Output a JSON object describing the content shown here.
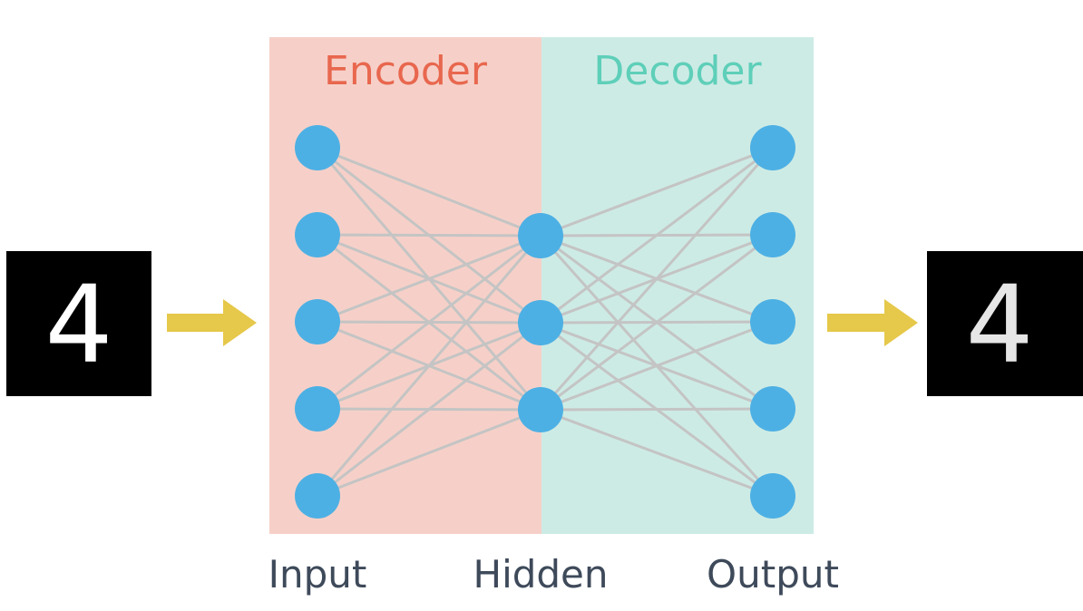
{
  "encoder": {
    "title": "Encoder",
    "title_color": "#e8674e",
    "background": "#f6d0c8"
  },
  "decoder": {
    "title": "Decoder",
    "title_color": "#5ecfb9",
    "background": "#cdebe5"
  },
  "layers": {
    "input_label": "Input",
    "hidden_label": "Hidden",
    "output_label": "Output",
    "input_nodes": 5,
    "hidden_nodes": 3,
    "output_nodes": 5
  },
  "images": {
    "input_digit": "4",
    "output_digit": "4"
  },
  "colors": {
    "node": "#4db0e4",
    "edge": "#c4c4c4",
    "arrow": "#e6c84a",
    "digit_background": "#000000",
    "digit_stroke": "#ffffff",
    "label_text": "#3e4a5a"
  }
}
